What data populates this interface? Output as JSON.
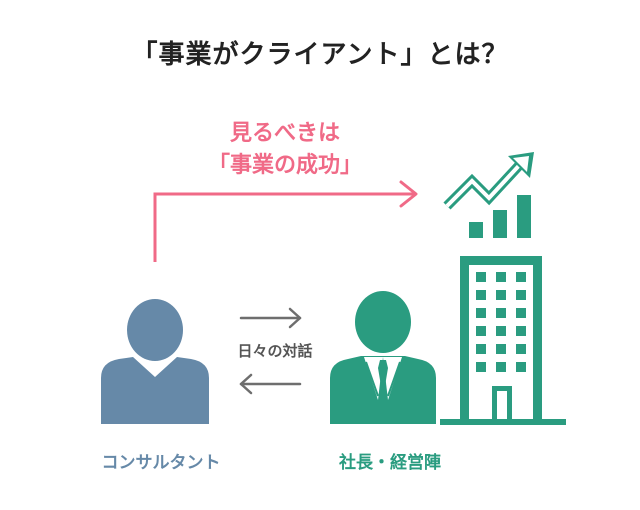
{
  "title": "「事業がクライアント」とは？",
  "focus": {
    "line1": "見るべきは",
    "line2": "「事業の成功」"
  },
  "dialogue_label": "日々の対話",
  "consultant_label": "コンサルタント",
  "executive_label": "社長・経営陣",
  "colors": {
    "pink": "#f06a87",
    "blue": "#6689a8",
    "green": "#2a9c80",
    "gray_arrow": "#6e6e6e"
  }
}
